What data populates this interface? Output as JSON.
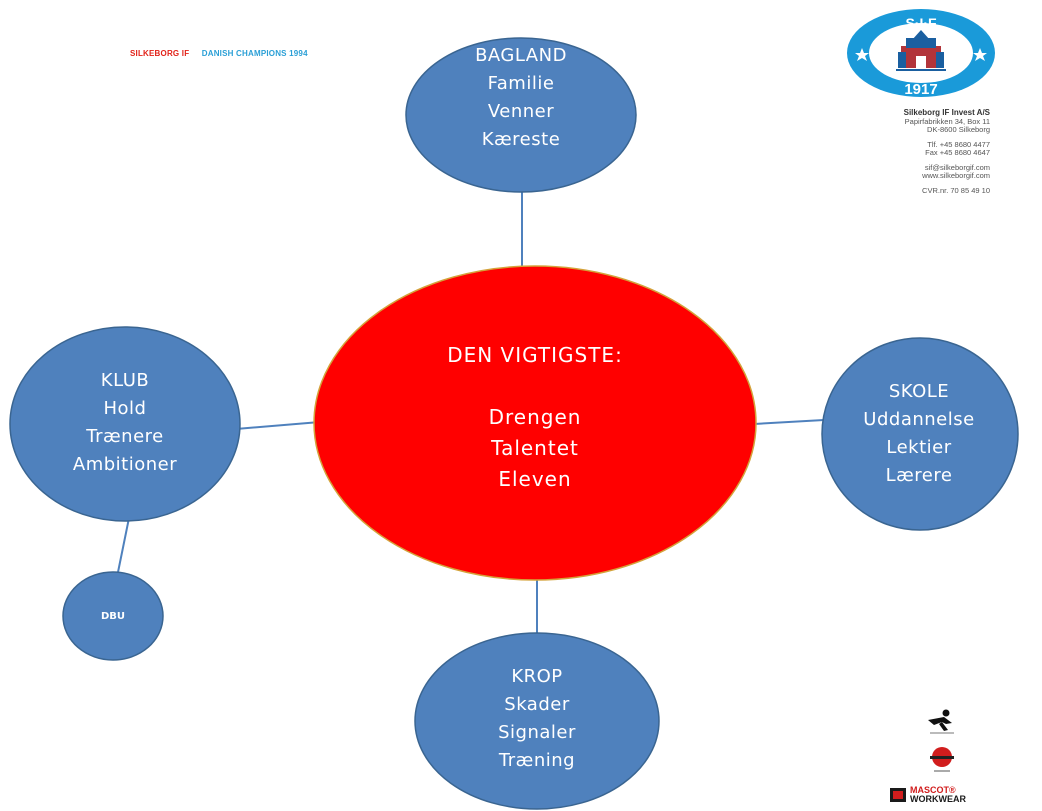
{
  "header": {
    "club": "SILKEBORG IF",
    "champions": "DANISH CHAMPIONS 1994"
  },
  "logo": {
    "top_text": "S·I·F",
    "year": "1917",
    "colors": {
      "ring": "#1a9ad9",
      "center": "#ffffff",
      "castle": "#b2343a"
    }
  },
  "company": {
    "name": "Silkeborg IF Invest A/S",
    "address_line1": "Papirfabrikken 34, Box 11",
    "address_line2": "DK-8600 Silkeborg",
    "phone": "Tlf. +45 8680 4477",
    "fax": "Fax +45 8680 4647",
    "email": "sif@silkeborgif.com",
    "web": "www.silkeborgif.com",
    "cvr": "CVR.nr. 70 85 49 10"
  },
  "diagram": {
    "colors": {
      "blue": "#4f81bd",
      "blue_border": "#3a6591",
      "red": "#ff0000",
      "line": "#4f81bd"
    },
    "center": {
      "title": "DEN VIGTIGSTE:",
      "items": [
        "Drengen",
        "Talentet",
        "Eleven"
      ]
    },
    "nodes": {
      "bagland": {
        "title": "BAGLAND",
        "items": [
          "Familie",
          "Venner",
          "Kæreste"
        ]
      },
      "klub": {
        "title": "KLUB",
        "items": [
          "Hold",
          "Trænere",
          "Ambitioner"
        ]
      },
      "skole": {
        "title": "SKOLE",
        "items": [
          "Uddannelse",
          "Lektier",
          "Lærere"
        ]
      },
      "krop": {
        "title": "KROP",
        "items": [
          "Skader",
          "Signaler",
          "Træning"
        ]
      },
      "dbu": {
        "title": "DBU"
      }
    }
  },
  "sponsors": {
    "mascot_line1": "MASCOT®",
    "mascot_line2": "WORKWEAR"
  }
}
